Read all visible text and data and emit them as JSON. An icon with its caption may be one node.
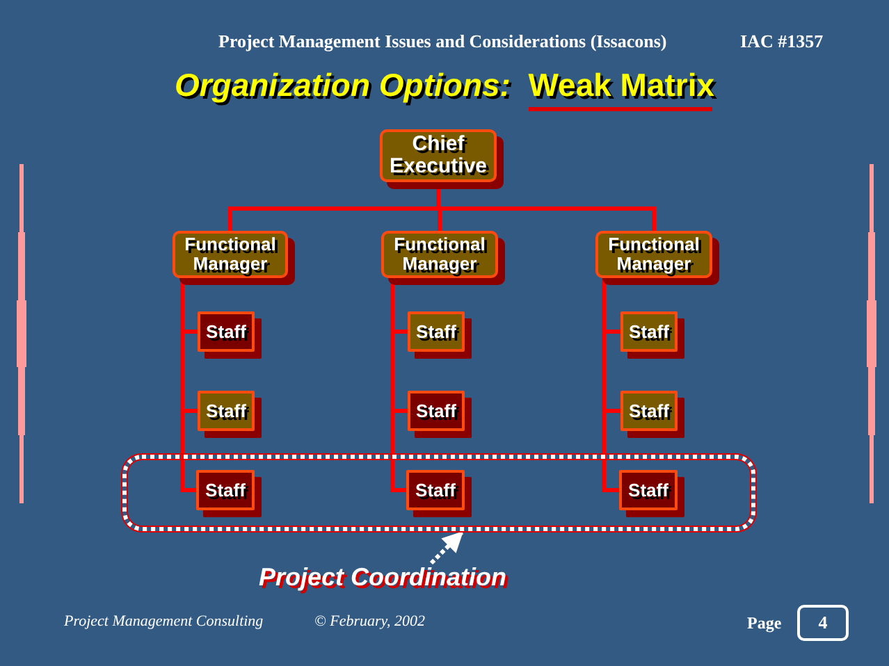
{
  "diagram": {
    "title": "*Organization Options:*  Weak Matrix",
    "nodes": [
      {
        "text": [
          "Chief Executive"
        ]
      },
      {
        "text": [
          "Functional Manager"
        ]
      },
      {
        "text": [
          "Functional Manager"
        ]
      },
      {
        "text": [
          "Functional Manager"
        ]
      },
      {
        "text": [
          "Staff"
        ]
      },
      {
        "text": [
          "Staff"
        ]
      },
      {
        "text": [
          "Staff"
        ]
      },
      {
        "text": [
          "Staff"
        ]
      },
      {
        "text": [
          "Staff"
        ]
      },
      {
        "text": [
          "Staff"
        ]
      },
      {
        "text": [],
        "shape": "box"
      },
      {
        "text": [
          "Staff"
        ],
        "in": 10
      },
      {
        "text": [
          "Staff"
        ],
        "in": 10
      },
      {
        "text": [
          "Staff"
        ],
        "in": 10
      },
      {
        "text": [
          "Project Coordination"
        ]
      }
    ],
    "edges": [
      {
        "from": 0,
        "to": 1,
        "arrow": "none"
      },
      {
        "from": 0,
        "to": 2,
        "arrow": "none"
      },
      {
        "from": 0,
        "to": 3,
        "arrow": "none"
      },
      {
        "from": 1,
        "to": 4,
        "arrow": "none"
      },
      {
        "from": 2,
        "to": 5,
        "arrow": "none"
      },
      {
        "from": 3,
        "to": 6,
        "arrow": "none"
      },
      {
        "from": 1,
        "to": 7,
        "arrow": "none"
      },
      {
        "from": 2,
        "to": 8,
        "arrow": "none"
      },
      {
        "from": 3,
        "to": 9,
        "arrow": "none"
      },
      {
        "from": 1,
        "to": 11,
        "arrow": "none"
      },
      {
        "from": 2,
        "to": 12,
        "arrow": "none"
      },
      {
        "from": 3,
        "to": 13,
        "arrow": "none"
      },
      {
        "from": 14,
        "to": 10,
        "arrow": "to",
        "style": "dashed",
        "color": "#ffffff"
      }
    ],
    "labels": [
      "Project Management Issues and Considerations (Issacons)",
      "IAC #1357",
      "Project Management Consulting",
      "© February, 2002",
      "Page",
      "4"
    ]
  }
}
